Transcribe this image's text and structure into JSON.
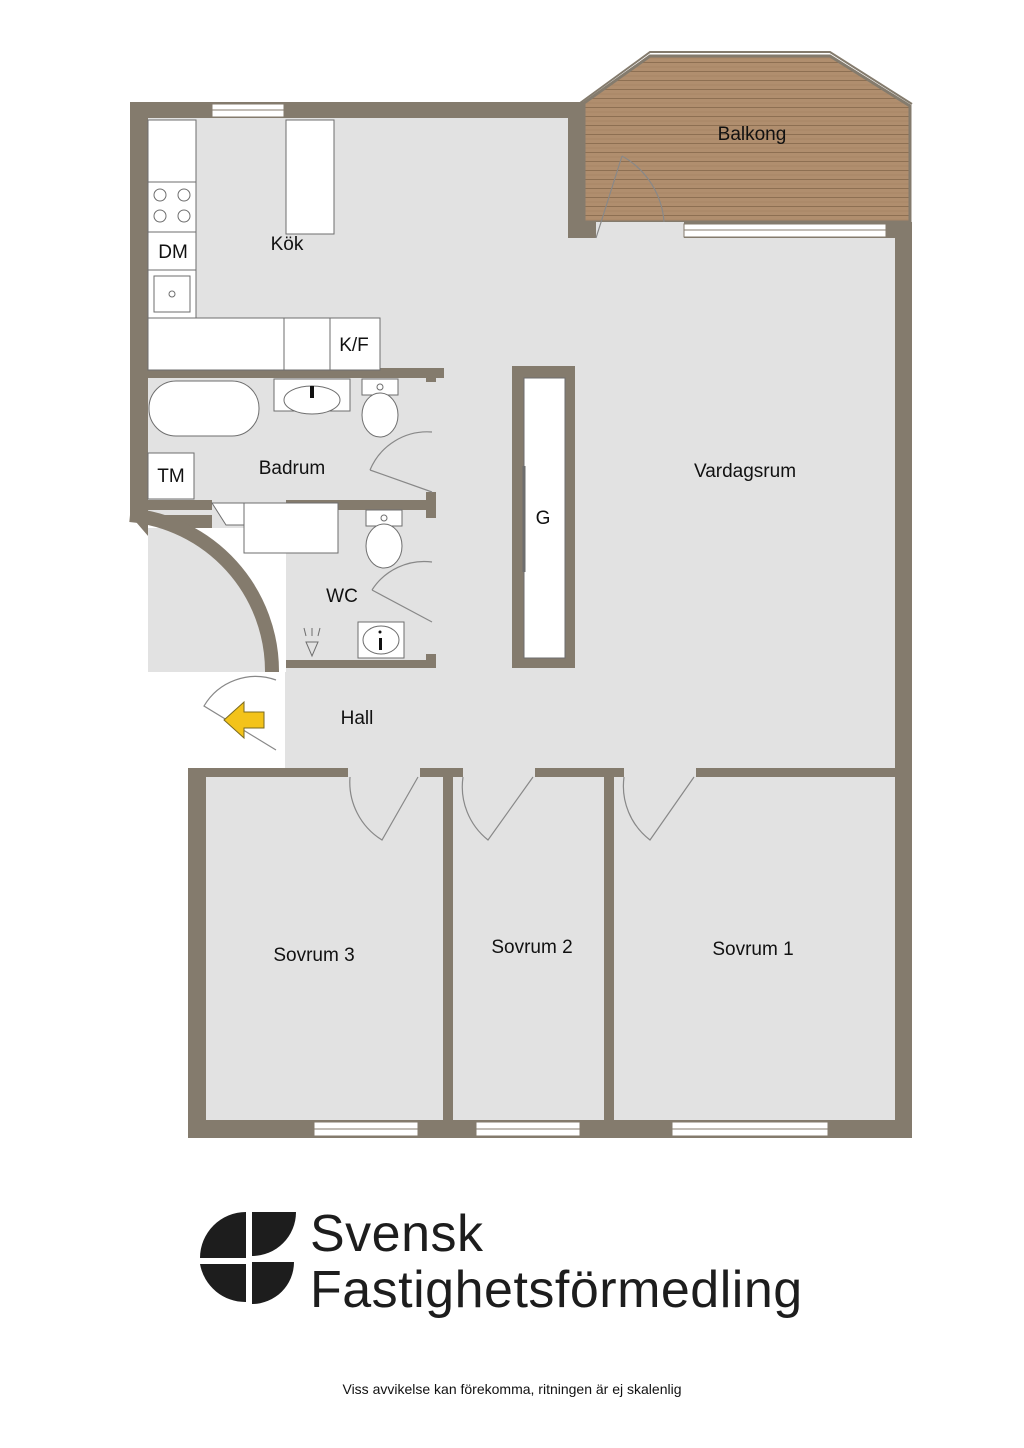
{
  "rooms": {
    "balcony": "Balkong",
    "kitchen": "Kök",
    "living": "Vardagsrum",
    "bathroom": "Badrum",
    "wc": "WC",
    "hall": "Hall",
    "bedroom1": "Sovrum 1",
    "bedroom2": "Sovrum 2",
    "bedroom3": "Sovrum 3"
  },
  "fixtures": {
    "dishwasher": "DM",
    "fridge_freezer": "K/F",
    "washing_machine": "TM",
    "wardrobe": "G"
  },
  "brand": {
    "line1": "Svensk",
    "line2": "Fastighetsförmedling"
  },
  "disclaimer": "Viss avvikelse kan förekomma, ritningen är ej skalenlig",
  "colors": {
    "wall": "#847b6d",
    "floor": "#e2e2e2",
    "balcony": "#b08e6e",
    "fixture": "#ffffff",
    "entrance_arrow": "#f3c31a",
    "logo": "#1d1d1d"
  }
}
